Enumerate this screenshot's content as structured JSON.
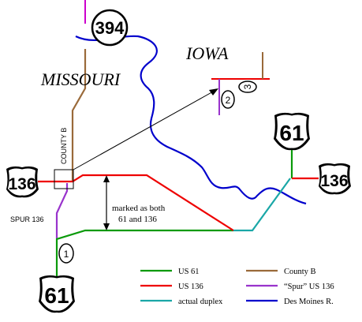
{
  "map": {
    "states": {
      "west": "MISSOURI",
      "east": "IOWA"
    },
    "road_labels": {
      "county_b": "COUNTY B",
      "spur": "SPUR 136",
      "marked_line1": "marked as both",
      "marked_line2": "61 and 136"
    },
    "shields": {
      "i394": "394",
      "us136_west": "136",
      "us136_east": "136",
      "us61_north": "61",
      "us61_south": "61"
    },
    "points": {
      "p1": "1",
      "p2": "2",
      "p3": "3"
    },
    "colors": {
      "us61": "#0a9a0a",
      "us136": "#ee0000",
      "duplex": "#1aa7a7",
      "county_b": "#9a6a3a",
      "spur": "#9933cc",
      "river": "#0000cc",
      "magenta": "#cc00cc"
    },
    "legend": [
      {
        "label": "US 61",
        "color": "#0a9a0a"
      },
      {
        "label": "County B",
        "color": "#9a6a3a"
      },
      {
        "label": "US 136",
        "color": "#ee0000"
      },
      {
        "label": "“Spur” US 136",
        "color": "#9933cc"
      },
      {
        "label": "actual duplex",
        "color": "#1aa7a7"
      },
      {
        "label": "Des Moines R.",
        "color": "#0000cc"
      }
    ]
  }
}
